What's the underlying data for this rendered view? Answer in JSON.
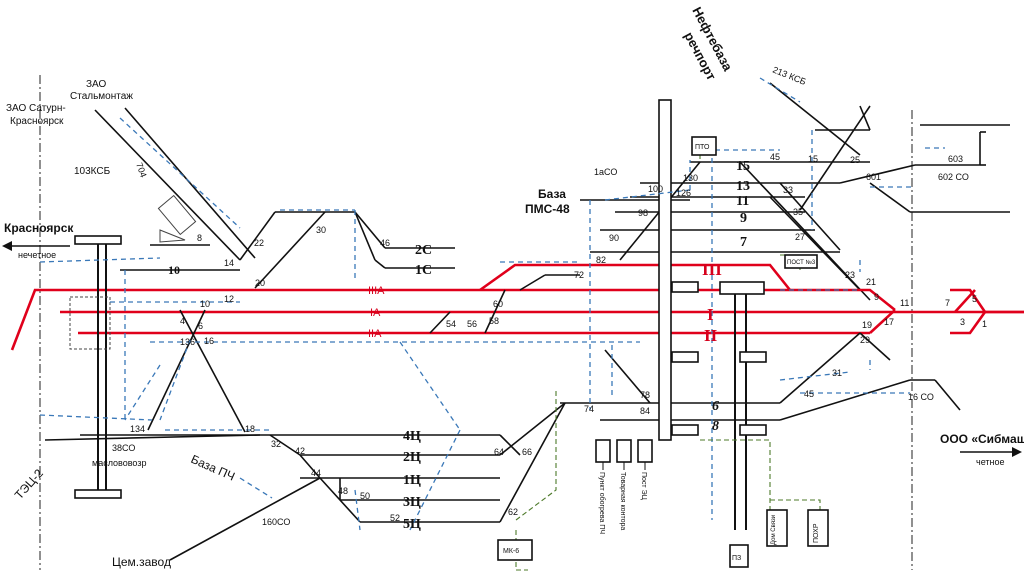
{
  "places": {
    "neftebaza": "Нефтебаза",
    "rechport": "речпорт",
    "ksb213": "213 КСБ",
    "zao_stalmontazh_1": "ЗАО",
    "zao_stalmontazh_2": "Стальмонтаж",
    "zao_saturn_1": "ЗАО Сатурн-",
    "zao_saturn_2": "Красноярск",
    "ksb103": "103КСБ",
    "krasnoyarsk": "Красноярск",
    "odd": "нечетное",
    "baza_pms_1": "База",
    "baza_pms_2": "ПМС-48",
    "tec2": "ТЭЦ-2",
    "baza_pch": "База ПЧ",
    "cem_zavod": "Цем.завод",
    "sibmash": "ООО «Сибмаш",
    "even": "четное",
    "so_1a": "1аСО",
    "so_38": "38СО",
    "maslovoz": "маслововозр",
    "so_160": "160СО",
    "so_16": "16 СО",
    "so_602": "602 СО"
  },
  "buildings": {
    "pto": "ПТО",
    "post3": "ПОСТ №3",
    "mk6": "МК-6",
    "pz": "ПЗ",
    "dom_svyazi": "Дом Связи",
    "pohr": "ПОХР",
    "punkt_obogreva": "Пункт обогрева ПЧ",
    "tovarnaya_kontora": "Товарная контора",
    "post3c": "Пост ЭЦ"
  },
  "tracks": {
    "t15": "15",
    "t13": "13",
    "t11": "11",
    "t9": "9",
    "t7": "7",
    "t3": "III",
    "t1": "I",
    "t2": "II",
    "t6": "6",
    "t8": "8",
    "t3a": "IIIА",
    "t1a": "IА",
    "t2a": "IIА",
    "t10": "10",
    "t2c": "2С",
    "t1c": "1С",
    "p4": "4Ц",
    "p2": "2Ц",
    "p1": "1Ц",
    "p3": "3Ц",
    "p5": "5Ц"
  },
  "switches": {
    "s1": "1",
    "s3": "3",
    "s5": "5",
    "s7": "7",
    "s9": "9",
    "s11": "11",
    "s15": "15",
    "s17": "17",
    "s19": "19",
    "s21": "21",
    "s23": "23",
    "s25": "25",
    "s27": "27",
    "s29": "29",
    "s31": "31",
    "s33": "33",
    "s35": "35",
    "s45a": "45",
    "s45b": "45",
    "s601": "601",
    "s603": "603",
    "s100": "100",
    "s126": "126",
    "s130": "130",
    "s98": "98",
    "s90": "90",
    "s82": "82",
    "s72": "72",
    "s60": "60",
    "s58": "58",
    "s56": "56",
    "s54": "54",
    "s46": "46",
    "s30": "30",
    "s22": "22",
    "s20": "20",
    "s14": "14",
    "s8": "8",
    "s704": "704",
    "s12": "12",
    "s10": "10",
    "s4": "4",
    "s6": "6",
    "s136": "136",
    "s16": "16",
    "s134": "134",
    "s18": "18",
    "s32": "32",
    "s42": "42",
    "s44": "44",
    "s48": "48",
    "s50": "50",
    "s52": "52",
    "s62": "62",
    "s64": "64",
    "s66": "66",
    "s74": "74",
    "s78": "78",
    "s84": "84"
  }
}
